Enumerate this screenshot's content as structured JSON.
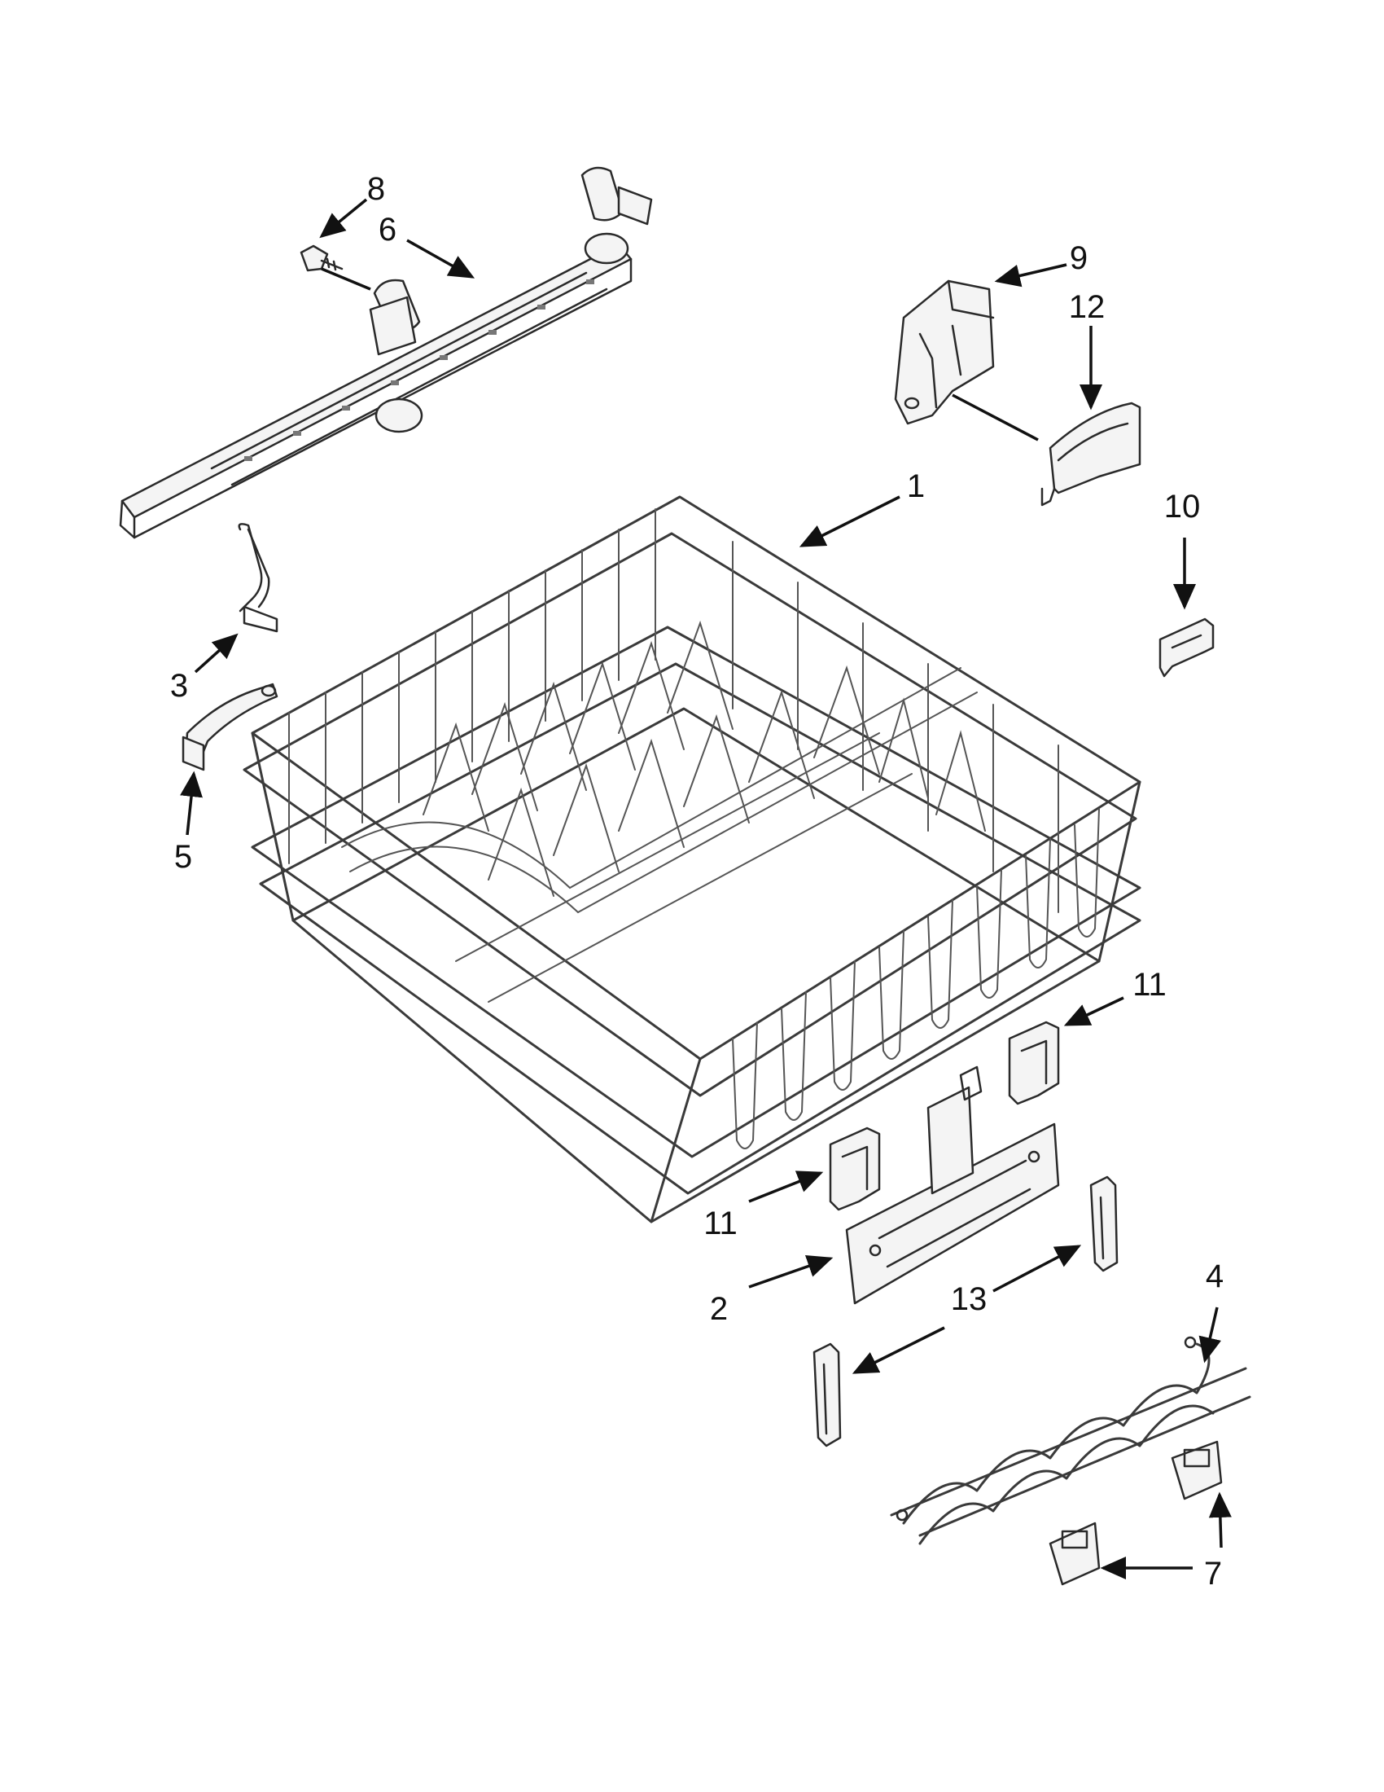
{
  "callouts": [
    {
      "id": "label-1",
      "text": "1"
    },
    {
      "id": "label-2",
      "text": "2"
    },
    {
      "id": "label-3",
      "text": "3"
    },
    {
      "id": "label-4",
      "text": "4"
    },
    {
      "id": "label-5",
      "text": "5"
    },
    {
      "id": "label-6",
      "text": "6"
    },
    {
      "id": "label-7",
      "text": "7"
    },
    {
      "id": "label-8",
      "text": "8"
    },
    {
      "id": "label-9",
      "text": "9"
    },
    {
      "id": "label-10",
      "text": "10"
    },
    {
      "id": "label-11a",
      "text": "11"
    },
    {
      "id": "label-11b",
      "text": "11"
    },
    {
      "id": "label-12",
      "text": "12"
    },
    {
      "id": "label-13",
      "text": "13"
    }
  ]
}
